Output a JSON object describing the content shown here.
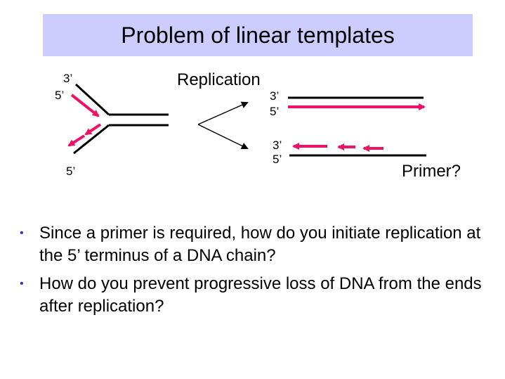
{
  "title": "Problem of linear templates",
  "diagram": {
    "label_replication": "Replication",
    "label_primer": "Primer?",
    "fork_top_3": "3’",
    "fork_top_5": "5’",
    "fork_bottom_5": "5’",
    "upper_product_3": "3’",
    "upper_product_5": "5’",
    "lower_product_3": "3’",
    "lower_product_5": "5’"
  },
  "colors": {
    "title_bg": "#ccccff",
    "new_strand": "#ee1166",
    "template": "#000000",
    "bullet": "#3333aa"
  },
  "bullets": [
    "Since a primer is required, how do you initiate replication at the 5’ terminus of a DNA chain?",
    "How do you prevent progressive loss of DNA from the ends after replication?"
  ]
}
